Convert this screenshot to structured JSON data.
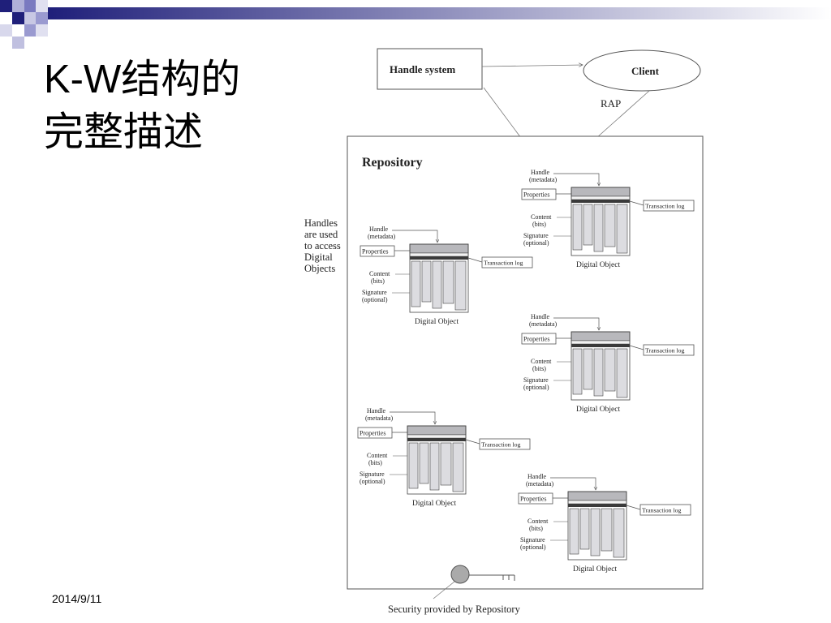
{
  "slide": {
    "title_line1": "K-W结构的",
    "title_line2": "完整描述",
    "date": "2014/9/11"
  },
  "diagram": {
    "handle_system": "Handle system",
    "client": "Client",
    "rap": "RAP",
    "repository": "Repository",
    "handles_note": [
      "Handles",
      "are used",
      "to access",
      "Digital",
      "Objects"
    ],
    "security_caption": "Security provided by Repository",
    "digital_object": {
      "handle": "Handle",
      "handle_meta": "(metadata)",
      "properties": "Properties",
      "transaction_log": "Transaction log",
      "content": "Content",
      "content_sub": "(bits)",
      "signature": "Signature",
      "signature_sub": "(optional)",
      "caption": "Digital Object"
    }
  },
  "colors": {
    "deco_dark": "#1f1f7a",
    "deco_light": "#9a9ad0",
    "object_fill": "#dcdce0",
    "stripe_dark": "#3a3a3a"
  }
}
